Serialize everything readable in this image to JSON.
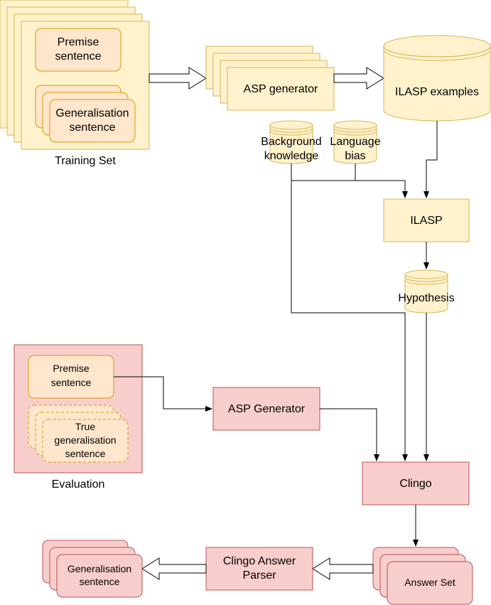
{
  "colors": {
    "yellow_fill": "#fff2cc",
    "yellow_stroke": "#d6b656",
    "orange_fill": "#ffe6cc",
    "orange_stroke": "#d79b00",
    "red_fill": "#f8cecc",
    "red_stroke": "#b85450",
    "line": "#000000"
  },
  "training": {
    "premise": [
      "Premise",
      "sentence"
    ],
    "generalisation": [
      "Generalisation",
      "sentence"
    ],
    "caption": "Training Set"
  },
  "asp_generator_top": "ASP generator",
  "ilasp_examples": "ILASP examples",
  "background_knowledge": [
    "Background",
    "knowledge"
  ],
  "language_bias": [
    "Language",
    "bias"
  ],
  "ilasp": "ILASP",
  "hypothesis": "Hypothesis",
  "evaluation": {
    "premise": [
      "Premise",
      "sentence"
    ],
    "true_generalisation": [
      "True",
      "generalisation",
      "sentence"
    ],
    "caption": "Evaluation"
  },
  "asp_generator_bottom": "ASP Generator",
  "clingo": "Clingo",
  "answer_set": "Answer Set",
  "clingo_answer_parser": [
    "Clingo Answer",
    "Parser"
  ],
  "output_generalisation": [
    "Generalisation",
    "sentence"
  ]
}
